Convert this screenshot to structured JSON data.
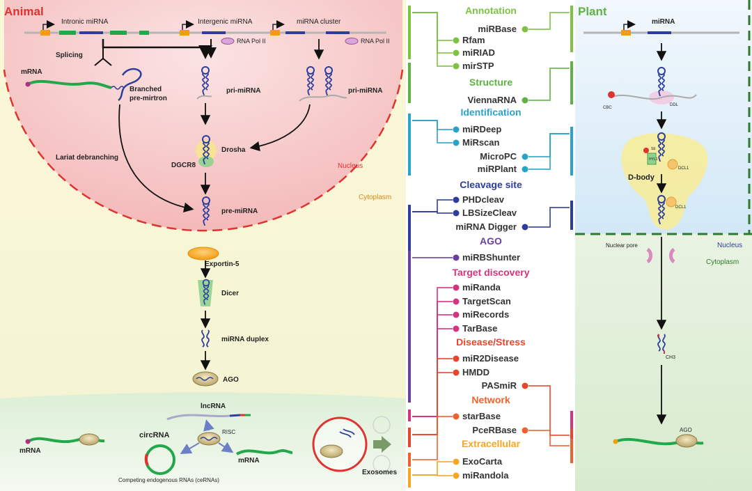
{
  "animal": {
    "title": "Animal",
    "intronic": "Intronic miRNA",
    "intergenic": "Intergenic miRNA",
    "cluster": "miRNA cluster",
    "rna_pol": "RNA Pol II",
    "splicing": "Splicing",
    "mrna": "mRNA",
    "branched_1": "Branched",
    "branched_2": "pre-mirtron",
    "pri_mirna": "pri-miRNA",
    "lariat": "Lariat debranching",
    "drosha": "Drosha",
    "dgcr8": "DGCR8",
    "nucleus": "Nucleus",
    "cytoplasm": "Cytoplasm",
    "pre_mirna": "pre-miRNA",
    "exportin": "Exportin-5",
    "dicer": "Dicer",
    "duplex": "miRNA duplex",
    "ago": "AGO",
    "lncrna": "lncRNA",
    "risc": "RISC",
    "circrna": "circRNA",
    "cerna": "Competing endogenous RNAs (ceRNAs)",
    "exosomes": "Exosomes"
  },
  "plant": {
    "title": "Plant",
    "mirna": "miRNA",
    "cbc": "CBC",
    "ddl": "DDL",
    "dbody": "D-body",
    "dcl1": "DCL1",
    "se": "SE",
    "hyl1": "HYL1",
    "nucleus": "Nucleus",
    "nuclear_pore": "Nuclear pore",
    "cytoplasm": "Cytoplasm",
    "ch3": "CH3",
    "ago": "AGO"
  },
  "categories": [
    {
      "name": "Annotation",
      "color": "#7dc242",
      "tools": [
        "miRBase",
        "Rfam",
        "miRIAD",
        "mirSTP"
      ]
    },
    {
      "name": "Structure",
      "color": "#5fb244",
      "tools": [
        "ViennaRNA"
      ]
    },
    {
      "name": "Identification",
      "color": "#2aa3c9",
      "tools": [
        "miRDeep",
        "MiRscan",
        "MicroPC",
        "miRPlant"
      ]
    },
    {
      "name": "Cleavage site",
      "color": "#2c3e9a",
      "tools": [
        "PHDcleav",
        "LBSizeCleav",
        "miRNA Digger"
      ]
    },
    {
      "name": "AGO",
      "color": "#6b3fa0",
      "tools": [
        "miRBShunter"
      ]
    },
    {
      "name": "Target discovery",
      "color": "#d6337f",
      "tools": [
        "miRanda",
        "TargetScan",
        "miRecords",
        "TarBase"
      ]
    },
    {
      "name": "Disease/Stress",
      "color": "#e8452c",
      "tools": [
        "miR2Disease",
        "HMDD",
        "PASmiR"
      ]
    },
    {
      "name": "Network",
      "color": "#f0622d",
      "tools": [
        "starBase",
        "PceRBase"
      ]
    },
    {
      "name": "Extracellular",
      "color": "#f5a623",
      "tools": [
        "ExoCarta",
        "miRandola"
      ]
    }
  ]
}
